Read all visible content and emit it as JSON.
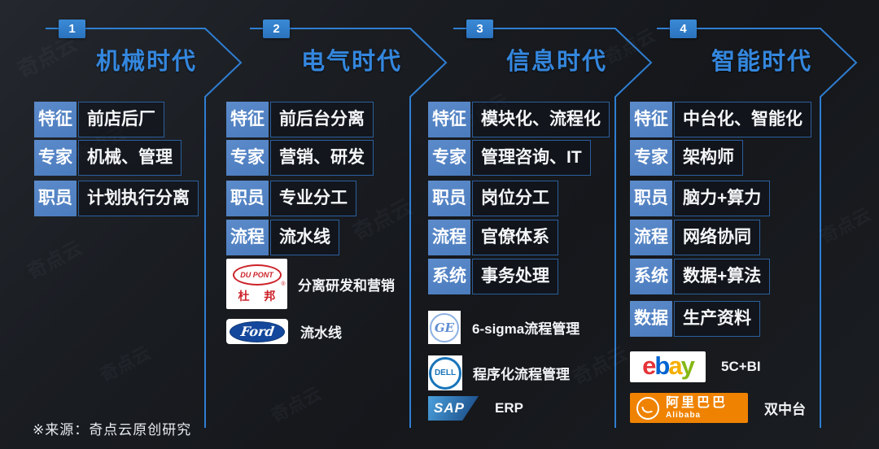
{
  "page": {
    "source_note": "※来源：奇点云原创研究",
    "watermark": "奇点云"
  },
  "colors": {
    "accent_blue": "#3487de",
    "line_blue": "#2f7ed2",
    "badge_blue": "#2e7cc9",
    "label_blue": "#4f80c3",
    "dupont_red": "#cc2229",
    "ford_blue": "#14489c",
    "ge_blue": "#5f8ed2",
    "dell_blue": "#1874b9",
    "sap_blue": "#16457f",
    "alibaba_orange": "#ef8200",
    "ebay_letter_colors": [
      "#e53238",
      "#0064d2",
      "#f5af02",
      "#86b817"
    ]
  },
  "sections": [
    {
      "number": "1",
      "title": "机械时代",
      "rows": [
        {
          "label": "特征",
          "value": "前店后厂"
        },
        {
          "label": "专家",
          "value": "机械、管理"
        },
        {
          "label": "职员",
          "value": "计划执行分离"
        }
      ],
      "logos": []
    },
    {
      "number": "2",
      "title": "电气时代",
      "rows": [
        {
          "label": "特征",
          "value": "前后台分离"
        },
        {
          "label": "专家",
          "value": "营销、研发"
        },
        {
          "label": "职员",
          "value": "专业分工"
        },
        {
          "label": "流程",
          "value": "流水线"
        }
      ],
      "logos": [
        {
          "name": "dupont",
          "caption": "分离研发和营销"
        },
        {
          "name": "ford",
          "caption": "流水线"
        }
      ]
    },
    {
      "number": "3",
      "title": "信息时代",
      "rows": [
        {
          "label": "特征",
          "value": "模块化、流程化"
        },
        {
          "label": "专家",
          "value": "管理咨询、IT"
        },
        {
          "label": "职员",
          "value": "岗位分工"
        },
        {
          "label": "流程",
          "value": "官僚体系"
        },
        {
          "label": "系统",
          "value": "事务处理"
        }
      ],
      "logos": [
        {
          "name": "ge",
          "caption": "6-sigma流程管理"
        },
        {
          "name": "dell",
          "caption": "程序化流程管理"
        },
        {
          "name": "sap",
          "caption": "ERP"
        }
      ]
    },
    {
      "number": "4",
      "title": "智能时代",
      "rows": [
        {
          "label": "特征",
          "value": "中台化、智能化"
        },
        {
          "label": "专家",
          "value": "架构师"
        },
        {
          "label": "职员",
          "value": "脑力+算力"
        },
        {
          "label": "流程",
          "value": "网络协同"
        },
        {
          "label": "系统",
          "value": "数据+算法"
        },
        {
          "label": "数据",
          "value": "生产资料"
        }
      ],
      "logos": [
        {
          "name": "ebay",
          "caption": "5C+BI"
        },
        {
          "name": "alibaba",
          "caption": "双中台"
        }
      ]
    }
  ],
  "logo_text": {
    "dupont": {
      "main": "DU PONT",
      "reg": "®",
      "sub": "杜 邦"
    },
    "ford": {
      "script": "Ford"
    },
    "ge": {
      "monogram": "GE"
    },
    "dell": {
      "text": "DELL"
    },
    "sap": {
      "text": "SAP"
    },
    "ebay": {
      "letters": [
        "e",
        "b",
        "a",
        "y"
      ]
    },
    "alibaba": {
      "cn": "阿里巴巴",
      "en": "Alibaba"
    }
  }
}
